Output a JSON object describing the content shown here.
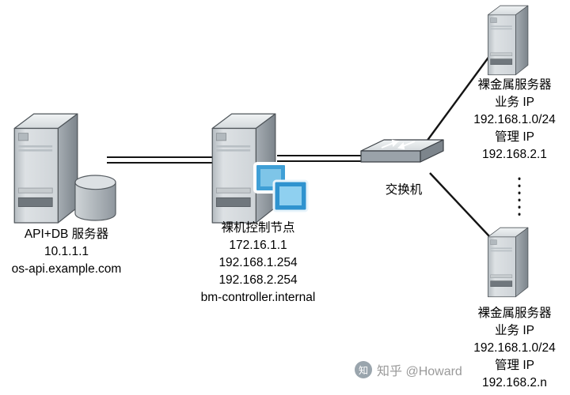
{
  "diagram": {
    "api_db": {
      "lines": [
        "API+DB 服务器",
        "10.1.1.1",
        "os-api.example.com"
      ]
    },
    "controller": {
      "lines": [
        "裸机控制节点",
        "172.16.1.1",
        "192.168.1.254",
        "192.168.2.254",
        "bm-controller.internal"
      ]
    },
    "switch": {
      "label": "交换机"
    },
    "baremetal_top": {
      "lines": [
        "裸金属服务器",
        "业务 IP",
        "192.168.1.0/24",
        "管理 IP",
        "192.168.2.1"
      ]
    },
    "baremetal_bottom": {
      "lines": [
        "裸金属服务器",
        "业务 IP",
        "192.168.1.0/24",
        "管理 IP",
        "192.168.2.n"
      ]
    },
    "watermark": {
      "icon_char": "知",
      "text": "知乎 @Howard"
    }
  },
  "colors": {
    "line": "#141414",
    "server_front": "#d3d8db",
    "server_side": "#8f979e",
    "server_top": "#e7ebed",
    "monitor_blue": "#3f9fd6",
    "watermark_gray": "#9a9a9a"
  }
}
